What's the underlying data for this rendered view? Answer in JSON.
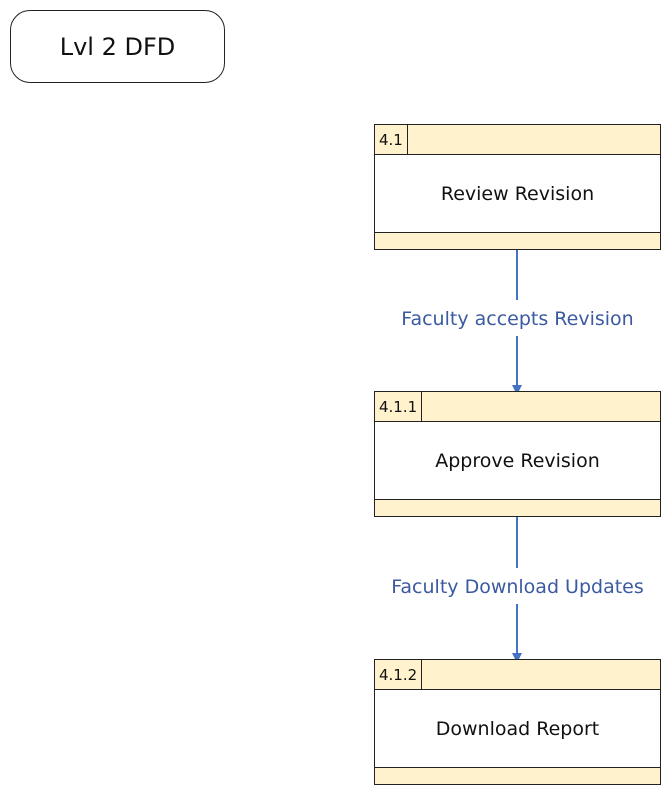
{
  "title": "Lvl 2 DFD",
  "processes": [
    {
      "id": "4.1",
      "name": "Review Revision"
    },
    {
      "id": "4.1.1",
      "name": "Approve Revision"
    },
    {
      "id": "4.1.2",
      "name": "Download Report"
    }
  ],
  "flows": [
    {
      "label": "Faculty accepts Revision"
    },
    {
      "label": "Faculty Download Updates"
    }
  ],
  "colors": {
    "process_header": "#fff2cc",
    "flow_line": "#4472c4",
    "flow_label": "#3b5aa0"
  }
}
